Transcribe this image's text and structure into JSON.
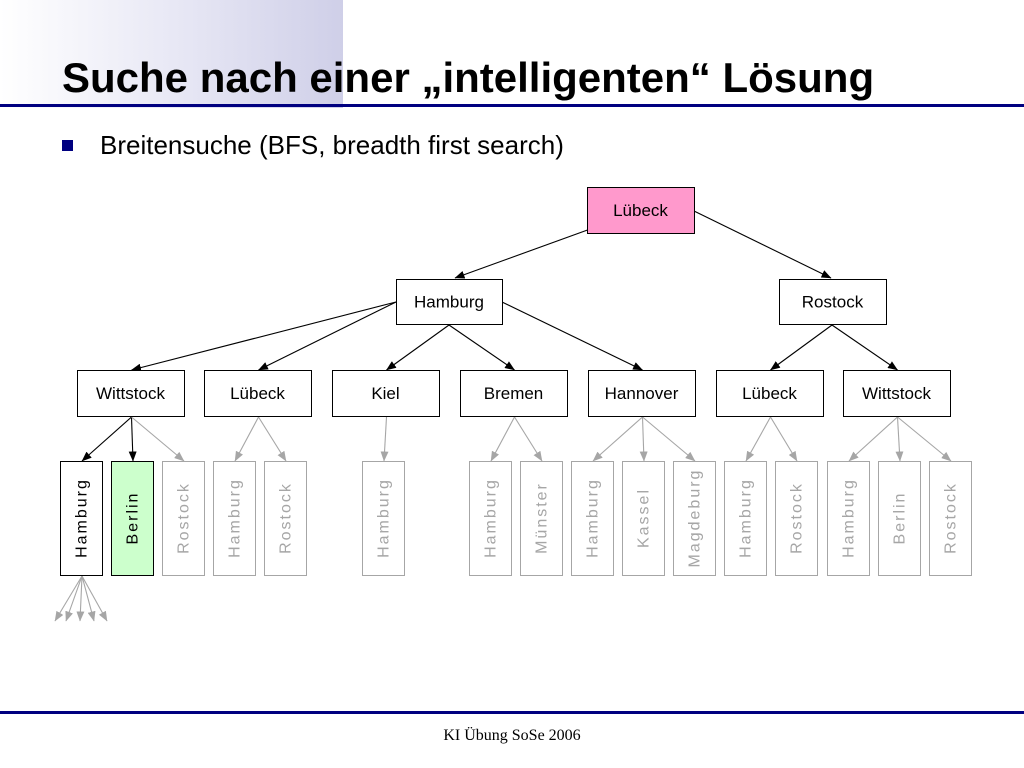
{
  "slide": {
    "title": "Suche nach einer „intelligenten“ Lösung",
    "bullet": "Breitensuche (BFS, breadth first search)",
    "footer": "KI Übung SoSe 2006"
  },
  "colors": {
    "accent_navy": "#000080",
    "root_fill": "#ff99cc",
    "goal_fill": "#ccffcc",
    "expanded_border": "#000000",
    "faded_gray": "#a6a6a6"
  },
  "tree": {
    "root": "Lübeck",
    "level1": [
      "Hamburg",
      "Rostock"
    ],
    "level2": [
      "Wittstock",
      "Lübeck",
      "Kiel",
      "Bremen",
      "Hannover",
      "Lübeck",
      "Wittstock"
    ],
    "level3": [
      {
        "label": "Hamburg",
        "state": "expanded"
      },
      {
        "label": "Berlin",
        "state": "goal"
      },
      {
        "label": "Rostock",
        "state": "faded"
      },
      {
        "label": "Hamburg",
        "state": "faded"
      },
      {
        "label": "Rostock",
        "state": "faded"
      },
      {
        "label": "Hamburg",
        "state": "faded"
      },
      {
        "label": "Hamburg",
        "state": "faded"
      },
      {
        "label": "Münster",
        "state": "faded"
      },
      {
        "label": "Hamburg",
        "state": "faded"
      },
      {
        "label": "Kassel",
        "state": "faded"
      },
      {
        "label": "Magdeburg",
        "state": "faded"
      },
      {
        "label": "Hamburg",
        "state": "faded"
      },
      {
        "label": "Rostock",
        "state": "faded"
      },
      {
        "label": "Hamburg",
        "state": "faded"
      },
      {
        "label": "Berlin",
        "state": "faded"
      },
      {
        "label": "Rostock",
        "state": "faded"
      }
    ]
  }
}
